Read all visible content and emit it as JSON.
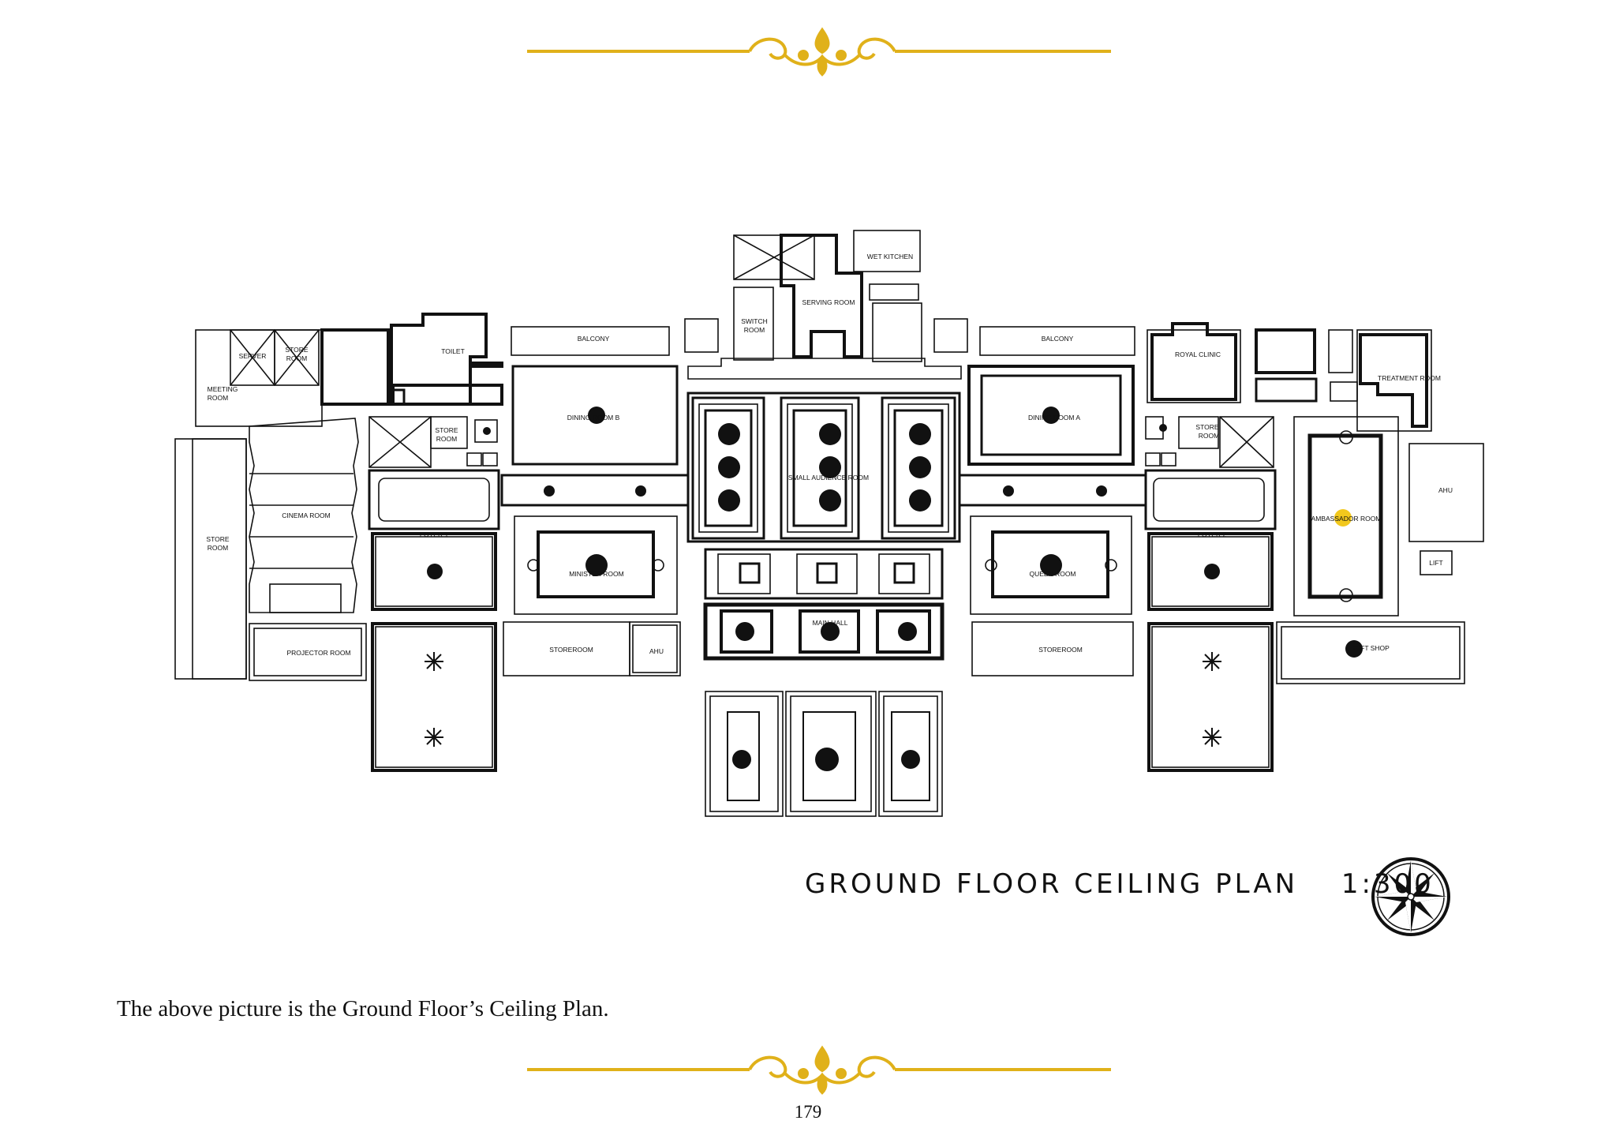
{
  "colors": {
    "ornament": "#e0b11a",
    "ink": "#111111",
    "highlight": "#f2c81d"
  },
  "icons": {
    "ornament_top": "scroll-ornament-icon",
    "ornament_bottom": "scroll-ornament-icon",
    "compass": "compass-rose-icon"
  },
  "plan": {
    "title": "GROUND  FLOOR  CEILING  PLAN",
    "scale": "1:300",
    "rooms": {
      "server": "SERVER",
      "store_room_top_left": [
        "STORE",
        "ROOM"
      ],
      "toilet": "TOILET",
      "meeting_room": [
        "MEETING",
        "ROOM"
      ],
      "balcony_left": "BALCONY",
      "balcony_right": "BALCONY",
      "switch_room": [
        "SWITCH",
        "ROOM"
      ],
      "wet_kitchen": "WET KITCHEN",
      "serving_room": "SERVING ROOM",
      "dining_room_b": "DINING ROOM B",
      "dining_room_a": "DINING ROOM A",
      "store_room_mid_left": [
        "STORE",
        "ROOM"
      ],
      "store_room_mid_right": [
        "STORE",
        "ROOM"
      ],
      "royal_clinic": "ROYAL CLINIC",
      "treatment_room": "TREATMENT ROOM",
      "cinema_room": "CINEMA ROOM",
      "store_room_far_left": [
        "STORE",
        "ROOM"
      ],
      "small_audience_room": "SMALL AUDIENCE ROOM",
      "ahu_right": "AHU",
      "ambassador_room": "AMBASSADOR ROOM",
      "foyer_left": "FOYER 1",
      "foyer_right": "FOYER 2",
      "minister_room": "MINISTER ROOM",
      "queen_room": "QUEEN ROOM",
      "lift": "LIFT",
      "projector_room": "PROJECTOR ROOM",
      "storeroom_left": "STOREROOM",
      "ahu_left": "AHU",
      "main_hall": "MAIN HALL",
      "storeroom_right": "STOREROOM",
      "gift_shop": "GIFT SHOP"
    }
  },
  "caption": "The above picture is the Ground Floor’s Ceiling Plan.",
  "page_number": "179"
}
